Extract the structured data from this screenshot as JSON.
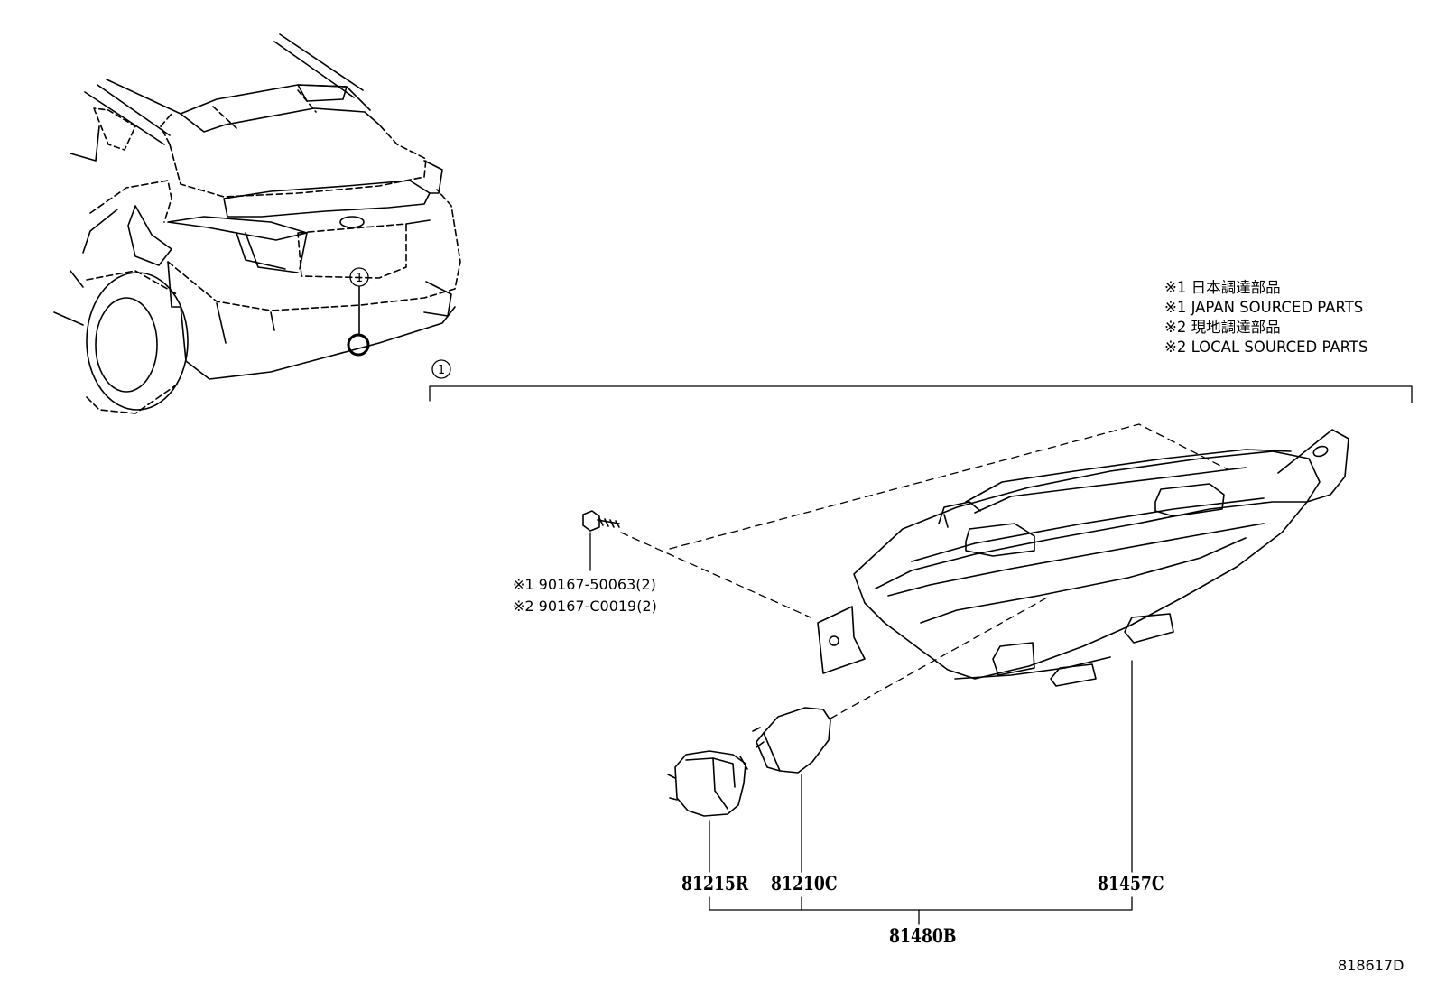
{
  "notes": [
    "※1 日本調達部品",
    "※1 JAPAN SOURCED PARTS",
    "※2 現地調達部品",
    "※2 LOCAL SOURCED PARTS"
  ],
  "callouts": {
    "vehicle_marker": "1",
    "assembly_marker": "1"
  },
  "screw_parts": [
    "※1 90167-50063(2)",
    "※2 90167-C0019(2)"
  ],
  "parts": {
    "socket": "81215R",
    "bulb": "81210C",
    "lens": "81457C",
    "assembly": "81480B"
  },
  "diagram_code": "818617D"
}
